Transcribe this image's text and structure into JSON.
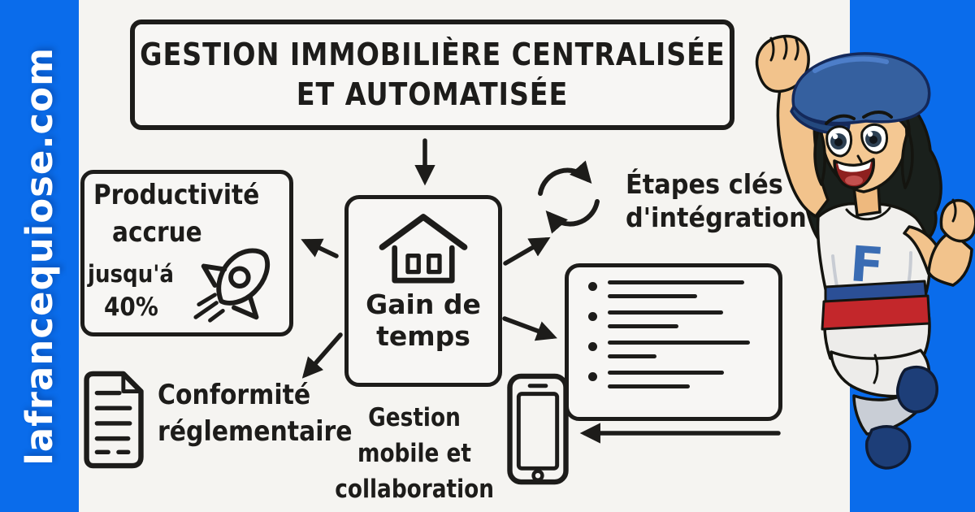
{
  "page": {
    "site_label": "lafrancequiose.com",
    "colors": {
      "brand_blue": "#0a6ceb",
      "canvas": "#f5f4f1",
      "ink": "#1d1c1a",
      "accent_red": "#c3272b",
      "beret_blue": "#35609f"
    }
  },
  "diagram": {
    "title": {
      "line1": "GESTION IMMOBILIÈRE CENTRALISÉE",
      "line2": "ET AUTOMATISÉE"
    },
    "center_node": {
      "icon": "house-icon",
      "line1": "Gain de",
      "line2": "temps"
    },
    "productivity": {
      "icon": "rocket-icon",
      "line1": "Productivité",
      "line2": "accrue",
      "line3": "jusqu'á",
      "line4": "40%"
    },
    "integration": {
      "icon": "sync-icon",
      "line1": "Étapes clés",
      "line2": "d'intégration"
    },
    "checklist": {
      "icon": "checklist-box",
      "rows": [
        {
          "w1": 168,
          "w2": 110
        },
        {
          "w1": 142,
          "w2": 87
        },
        {
          "w1": 175,
          "w2": 60
        },
        {
          "w1": 143,
          "w2": 101
        }
      ]
    },
    "compliance": {
      "icon": "document-icon",
      "line1": "Conformité",
      "line2": "réglementaire"
    },
    "mobile": {
      "icon": "smartphone-icon",
      "line1": "Gestion",
      "line2": "mobile et",
      "line3": "collaboration"
    }
  },
  "character": {
    "shirt_letter": "F"
  }
}
